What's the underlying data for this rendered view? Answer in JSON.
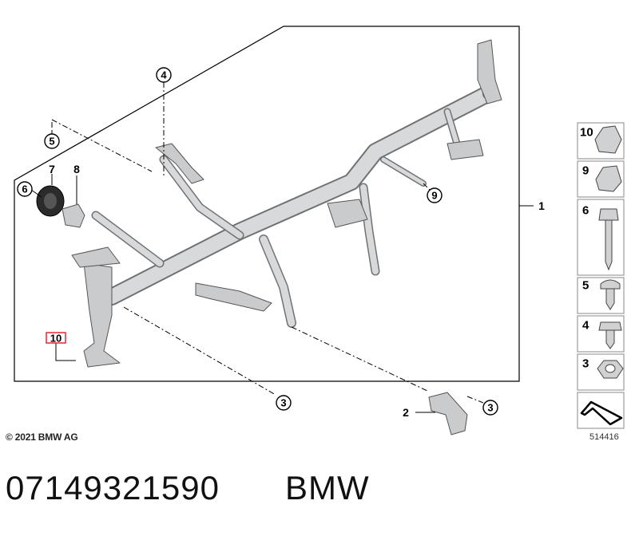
{
  "callouts": {
    "c2": "2",
    "c3_bottom": "3",
    "c3_right": "3",
    "c4": "4",
    "c5": "5",
    "c6": "6",
    "c7": "7",
    "c8": "8",
    "c9": "9",
    "c10": "10",
    "c1": "1"
  },
  "legend": {
    "items": [
      {
        "number": "10",
        "icon": "clip-nut-icon"
      },
      {
        "number": "9",
        "icon": "clip-nut-icon"
      },
      {
        "number": "6",
        "icon": "hex-flange-screw-icon"
      },
      {
        "number": "5",
        "icon": "pan-head-screw-icon"
      },
      {
        "number": "4",
        "icon": "hex-flange-bolt-icon"
      },
      {
        "number": "3",
        "icon": "hex-flange-nut-icon"
      }
    ],
    "ref_number": "514416"
  },
  "footer": {
    "copyright": "© 2021 BMW AG",
    "part_number": "07149321590",
    "brand": "BMW"
  },
  "colors": {
    "highlight": "#e0282e",
    "metal_light": "#d7d9db",
    "metal_dark": "#6f7275"
  }
}
